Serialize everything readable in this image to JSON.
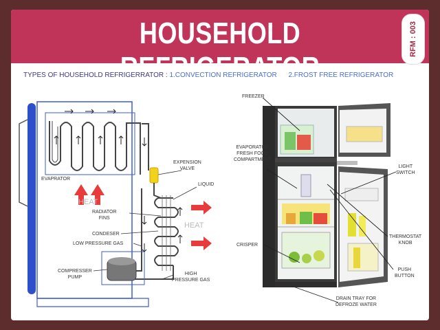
{
  "header": {
    "title": "HOUSEHOLD REFRIGERATOR",
    "badge": "RFM : 003"
  },
  "subtitle": {
    "prefix": "TYPES OF HOUSEHOLD REFRIGERRATOR  : ",
    "type1": "1.CONVECTION REFRIGERATOR",
    "type2": "2.FROST FREE REFRIGERATOR"
  },
  "cycle": {
    "evaporator": "EVAPRATOR",
    "heat_in": "HEAT",
    "expansion_valve": "EXPENSION\nVALVE",
    "liquid": "LIQUID",
    "radiator_fins": "RADIATOR\nFINS",
    "condenser": "CONDESER",
    "low_pressure_gas": "LOW PRESSURE GAS",
    "heat_out": "HEAT",
    "compressor_pump": "COMPRESSER\nPUMP",
    "high_pressure_gas": "HIGH\nPRESSURE GAS"
  },
  "fridge": {
    "freezer": "FREEZER",
    "evaporator_compartment": "EVAPORATOR\nFRESH FOOD\nCOMPARTMENT",
    "light_switch": "LIGHT\nSWITCH",
    "thermostat_knob": "THERMOSTAT\nKNOB",
    "crisper": "CRISPER",
    "push_button": "PUSH\nBUTTON",
    "drain_tray": "DRAIN TRAY FOR\nDEFROZE WATER"
  },
  "colors": {
    "banner": "#c0345a",
    "frame": "#5d2c2c",
    "pipe": "#3b5bd6",
    "heat_arrow": "#e83b3b",
    "valve": "#f2d21b"
  }
}
